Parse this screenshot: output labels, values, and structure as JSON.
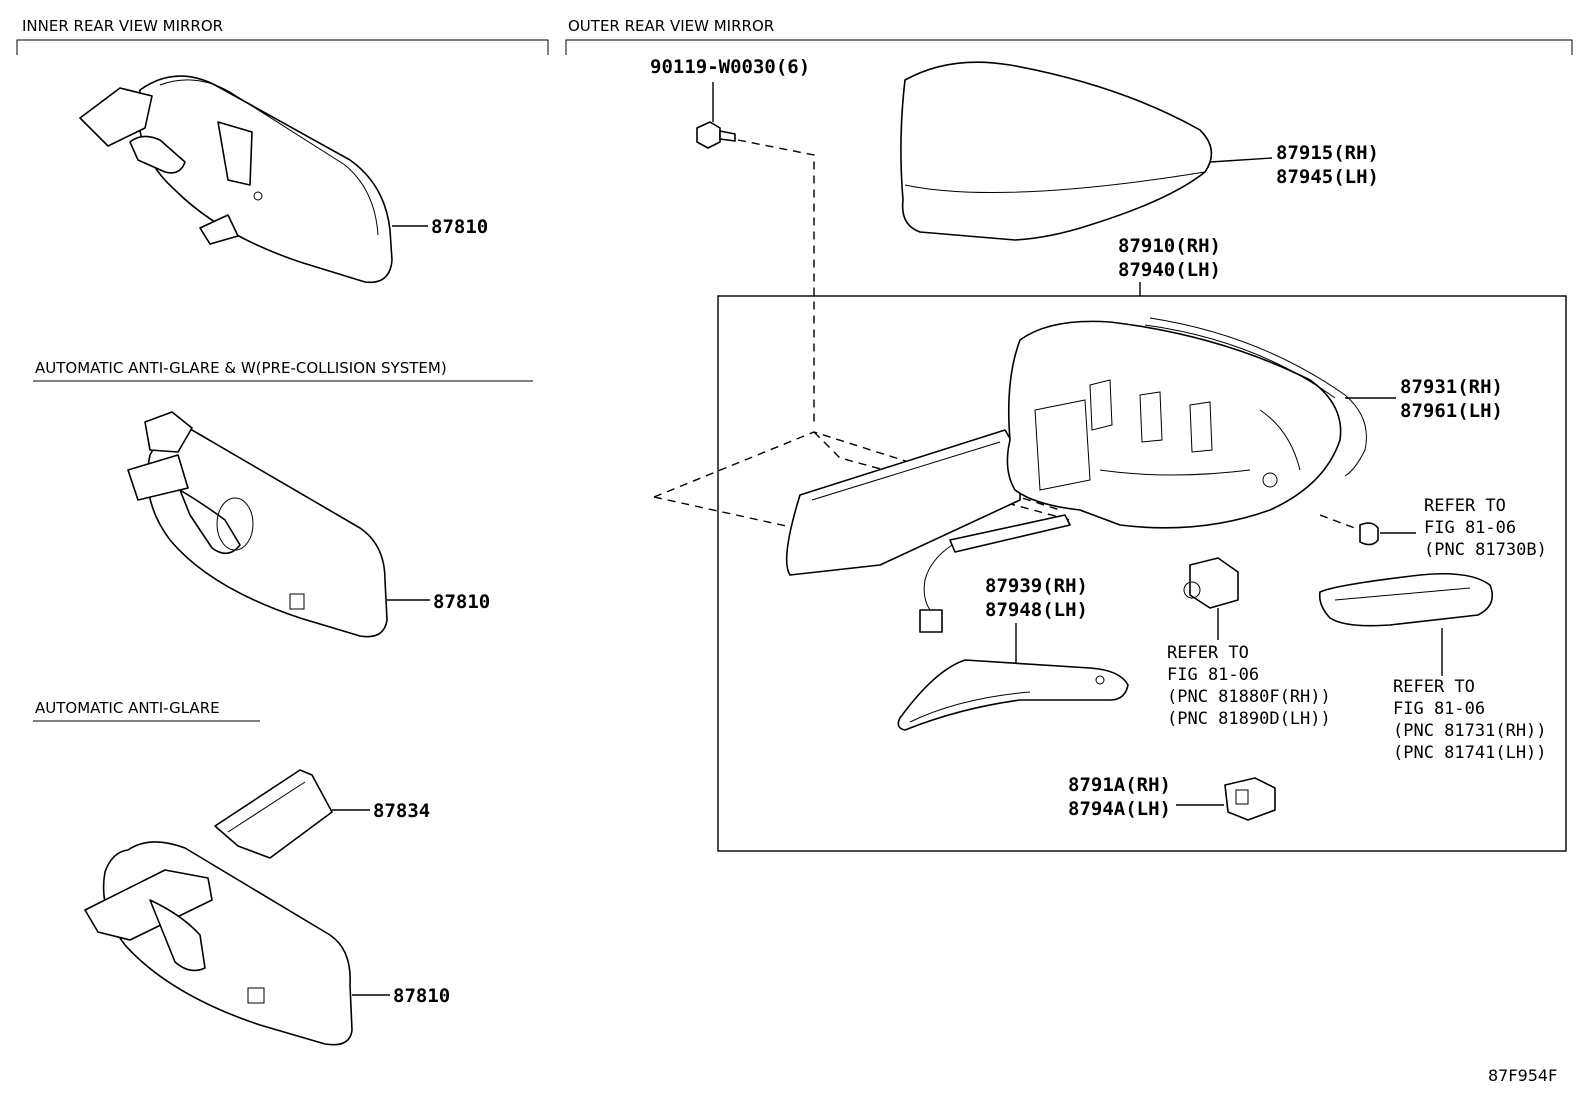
{
  "sections": {
    "inner": "INNER REAR VIEW MIRROR",
    "outer": "OUTER REAR VIEW MIRROR",
    "precollision": "AUTOMATIC ANTI-GLARE & W(PRE-COLLISION SYSTEM)",
    "antiglare": "AUTOMATIC ANTI-GLARE"
  },
  "parts": {
    "mirror_1": "87810",
    "mirror_2": "87810",
    "mirror_3": "87810",
    "cover_87834": "87834",
    "bolt": "90119-W0030(6)",
    "cover_rh": "87915(RH)",
    "cover_lh": "87945(LH)",
    "assy_rh": "87910(RH)",
    "assy_lh": "87940(LH)",
    "glass_rh": "87931(RH)",
    "glass_lh": "87961(LH)",
    "lamp_rh": "87939(RH)",
    "lamp_lh": "87948(LH)",
    "sensor_rh": "8791A(RH)",
    "sensor_lh": "8794A(LH)"
  },
  "refs": {
    "bulb": [
      "REFER TO",
      "FIG 81-06",
      "(PNC 81730B)"
    ],
    "camera": [
      "REFER TO",
      "FIG 81-06",
      "(PNC 81880F(RH))",
      "(PNC 81890D(LH))"
    ],
    "signal": [
      "REFER TO",
      "FIG 81-06",
      "(PNC 81731(RH))",
      "(PNC 81741(LH))"
    ]
  },
  "figure_code": "87F954F"
}
